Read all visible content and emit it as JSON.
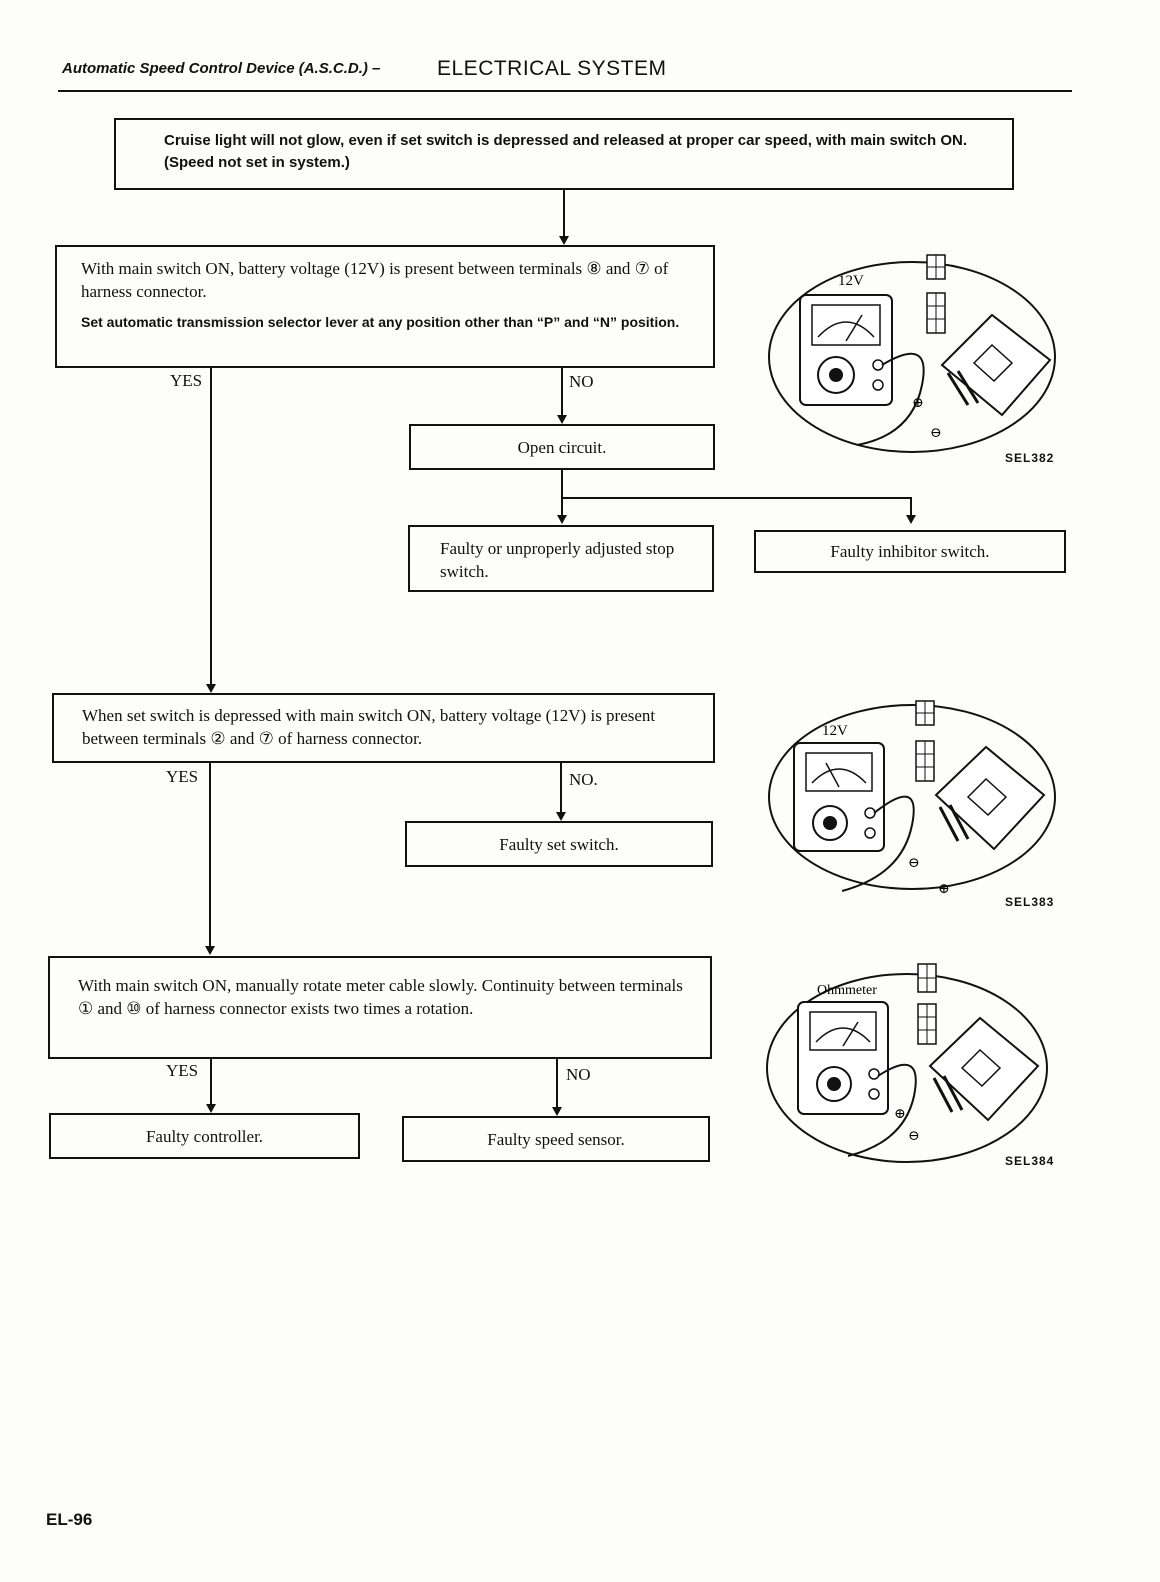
{
  "header": {
    "section": "Automatic Speed Control Device (A.S.C.D.) –",
    "title": "ELECTRICAL SYSTEM"
  },
  "symptom": "Cruise light will not glow, even if set switch is depressed and released at proper car speed, with main switch ON. (Speed not set in system.)",
  "step1": {
    "check": "With main switch ON, battery voltage (12V) is present between terminals ⑧ and ⑦ of harness connector.",
    "note": "Set automatic transmission selector lever at any position other than “P” and “N” position.",
    "yes": "YES",
    "no": "NO",
    "no_result": "Open circuit.",
    "cause_a": "Faulty or unproperly adjusted stop switch.",
    "cause_b": "Faulty inhibitor switch.",
    "figure": {
      "meter_label": "12V",
      "ref": "SEL382"
    }
  },
  "step2": {
    "check": "When set switch is depressed with main switch ON, battery voltage (12V) is present between terminals ② and ⑦ of harness connector.",
    "yes": "YES",
    "no": "NO.",
    "no_result": "Faulty set switch.",
    "figure": {
      "meter_label": "12V",
      "ref": "SEL383"
    }
  },
  "step3": {
    "check": "With main switch ON, manually rotate meter cable slowly. Continuity between terminals ① and ⑩ of harness connector exists two times a rotation.",
    "yes": "YES",
    "no": "NO",
    "yes_result": "Faulty controller.",
    "no_result": "Faulty speed sensor.",
    "figure": {
      "meter_label": "Ohmmeter",
      "ref": "SEL384"
    }
  },
  "footer": {
    "page": "EL-96"
  },
  "colors": {
    "ink": "#111111",
    "paper": "#fdfdfb"
  }
}
